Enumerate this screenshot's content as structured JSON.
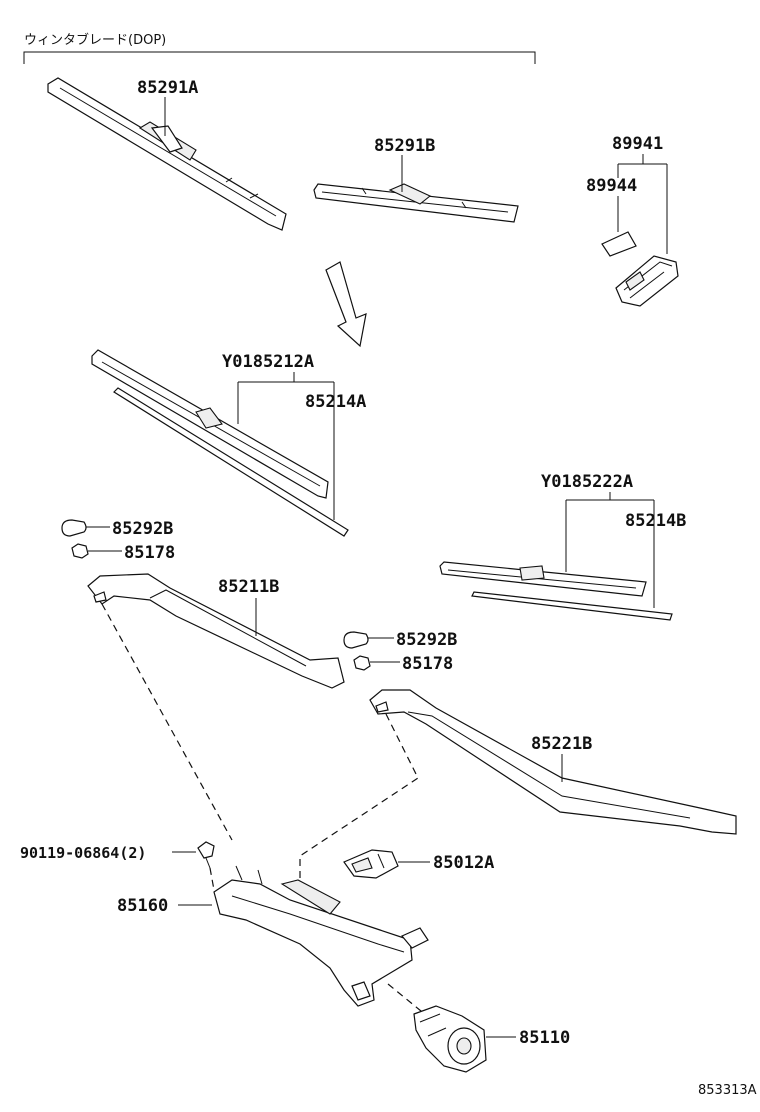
{
  "header": {
    "group_label": "ウィンタブレード(DOP)"
  },
  "labels": {
    "p85291A": "85291A",
    "p85291B": "85291B",
    "p89941": "89941",
    "p89944": "89944",
    "p85212A": "Y0185212A",
    "p85214A": "85214A",
    "p85222A": "Y0185222A",
    "p85214B": "85214B",
    "p85292B_1": "85292B",
    "p85178_1": "85178",
    "p85211B": "85211B",
    "p85292B_2": "85292B",
    "p85178_2": "85178",
    "p85221B": "85221B",
    "p90119": "90119-06864(2)",
    "p85012A": "85012A",
    "p85160": "85160",
    "p85110": "85110"
  },
  "diagram_code": "853313A"
}
